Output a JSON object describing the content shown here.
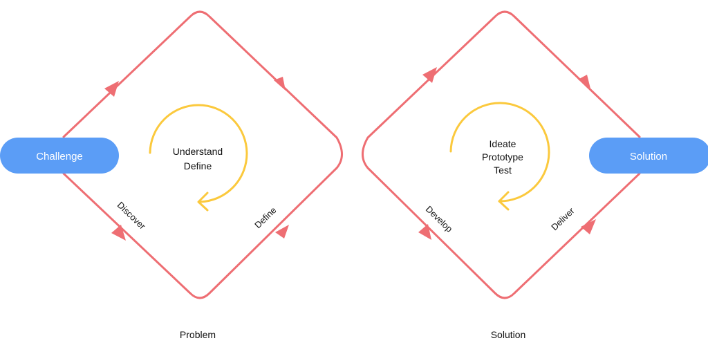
{
  "colors": {
    "diamond": "#ee6e73",
    "cycle": "#fbc93d",
    "pill": "#5b9df6",
    "pill_text": "#ffffff",
    "text": "#111111"
  },
  "start": {
    "label": "Challenge"
  },
  "end": {
    "label": "Solution"
  },
  "problem_diamond": {
    "caption": "Problem",
    "center_lines": [
      "Understand",
      "Define"
    ],
    "edge_discover": "Discover",
    "edge_define": "Define"
  },
  "solution_diamond": {
    "caption": "Solution",
    "center_lines": [
      "Ideate",
      "Prototype",
      "Test"
    ],
    "edge_develop": "Develop",
    "edge_deliver": "Deliver"
  }
}
